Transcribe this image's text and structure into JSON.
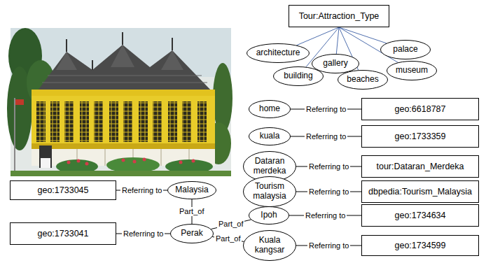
{
  "diagram": {
    "nodes": [
      {
        "text": [
          "Tour:Attraction_Type"
        ]
      },
      {
        "text": [
          "architecture"
        ]
      },
      {
        "text": [
          "building"
        ]
      },
      {
        "text": [
          "gallery"
        ]
      },
      {
        "text": [
          "palace"
        ]
      },
      {
        "text": [
          "beaches"
        ]
      },
      {
        "text": [
          "museum"
        ]
      },
      {
        "text": [
          "home"
        ]
      },
      {
        "text": [
          "geo:6618787"
        ]
      },
      {
        "text": [
          "kuala"
        ]
      },
      {
        "text": [
          "geo:1733359"
        ]
      },
      {
        "text": [
          "Dataran merdeka"
        ]
      },
      {
        "text": [
          "tour:Dataran_Merdeka"
        ]
      },
      {
        "text": [
          "Tourism malaysia"
        ]
      },
      {
        "text": [
          "dbpedia:Tourism_Malaysia"
        ]
      },
      {
        "text": [
          "geo:1733045"
        ]
      },
      {
        "text": [
          "Malaysia"
        ]
      },
      {
        "text": [
          "Ipoh"
        ]
      },
      {
        "text": [
          "geo:1734634"
        ]
      },
      {
        "text": [
          "geo:1733041"
        ]
      },
      {
        "text": [
          "Perak"
        ]
      },
      {
        "text": [
          "Kuala kangsar"
        ]
      },
      {
        "text": [
          "geo:1734599"
        ]
      }
    ],
    "edges": [
      {
        "from": 0,
        "to": 1,
        "arrow": "none"
      },
      {
        "from": 0,
        "to": 2,
        "arrow": "none"
      },
      {
        "from": 0,
        "to": 3,
        "arrow": "none"
      },
      {
        "from": 0,
        "to": 4,
        "arrow": "none"
      },
      {
        "from": 0,
        "to": 5,
        "arrow": "none"
      },
      {
        "from": 0,
        "to": 6,
        "arrow": "none"
      },
      {
        "from": 7,
        "to": 8,
        "label": "Referring to",
        "arrow": "none"
      },
      {
        "from": 9,
        "to": 10,
        "label": "Referring to",
        "arrow": "none"
      },
      {
        "from": 11,
        "to": 12,
        "label": "Referring to",
        "arrow": "none"
      },
      {
        "from": 13,
        "to": 14,
        "label": "Referring to",
        "arrow": "none"
      },
      {
        "from": 16,
        "to": 15,
        "label": "Referring to",
        "arrow": "none"
      },
      {
        "from": 20,
        "to": 19,
        "label": "Referring to",
        "arrow": "none"
      },
      {
        "from": 20,
        "to": 16,
        "label": "Part_of",
        "arrow": "none"
      },
      {
        "from": 17,
        "to": 18,
        "label": "Referring to",
        "arrow": "none"
      },
      {
        "from": 17,
        "to": 20,
        "label": "Part_of",
        "arrow": "none"
      },
      {
        "from": 21,
        "to": 22,
        "label": "Referring to",
        "arrow": "none"
      },
      {
        "from": 21,
        "to": 20,
        "label": "Part_of",
        "arrow": "none"
      }
    ]
  }
}
